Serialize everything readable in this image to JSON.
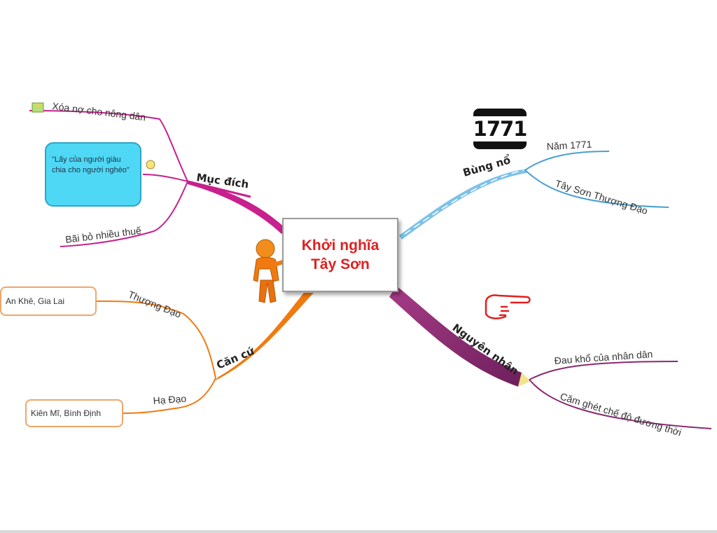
{
  "center": {
    "line1": "Khởi nghĩa",
    "line2": "Tây Sơn"
  },
  "branches": {
    "purpose": {
      "label": "Mục đích",
      "items": [
        "Xóa nợ cho nông dân",
        "Bãi bỏ nhiều thuế"
      ],
      "callout": "\"Lấy của người giàu chia cho người nghèo\""
    },
    "outbreak": {
      "label": "Bùng nổ",
      "badge": "1771",
      "items": [
        "Năm 1771",
        "Tây Sơn Thượng Đạo"
      ]
    },
    "base": {
      "label": "Căn cứ",
      "upper": {
        "label": "Thượng Đạo",
        "box": "An Khê, Gia Lai"
      },
      "lower": {
        "label": "Hạ Đạo",
        "box": "Kiên Mĩ, Bình Định"
      }
    },
    "cause": {
      "label": "Nguyên nhân",
      "items": [
        "Đau khổ của nhân dân",
        "Căm ghét chế độ đương thời"
      ]
    }
  },
  "colors": {
    "purpose": "#c8208c",
    "outbreak": "#5fb0de",
    "base": "#f07a10",
    "cause": "#8a2a70",
    "center_text": "#e02020"
  },
  "icons": [
    "presenter-figure-icon",
    "pointing-hand-icon",
    "note-icon",
    "idea-icon"
  ]
}
